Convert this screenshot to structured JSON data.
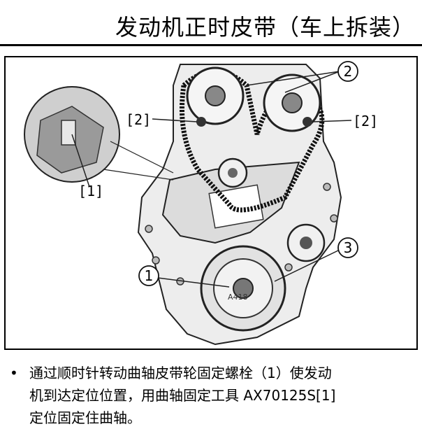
{
  "header": {
    "title": "发动机正时皮带（车上拆装）"
  },
  "figure": {
    "callouts": {
      "one": "1",
      "two": "2",
      "three": "3",
      "bracket_one": "[1]",
      "bracket_two_left": "[2]",
      "bracket_two_right": "[2]"
    },
    "stamp": "A418"
  },
  "instructions": {
    "bullet": "•",
    "lines": [
      "通过顺时针转动曲轴皮带轮固定螺栓（1）使发动",
      "机到达定位位置，用曲轴固定工具 AX70125S[1]",
      "定位固定住曲轴。"
    ]
  }
}
